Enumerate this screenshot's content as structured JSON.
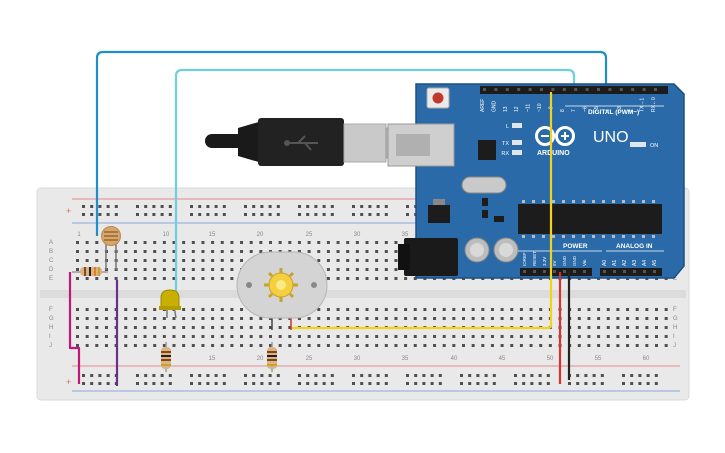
{
  "colors": {
    "breadboard": "#e8e8e8",
    "breadboard_edge": "#d7d7d7",
    "rail_red": "#e06c6c",
    "rail_blue": "#6c8fe0",
    "arduino_blue": "#2a6aa8",
    "arduino_dark": "#1f4f80",
    "header_black": "#1c1c1c",
    "wire_blue": "#1f8fc9",
    "wire_cyan": "#5fc3d6",
    "wire_yellow": "#f2d21b",
    "wire_red": "#d63232",
    "wire_black": "#222222",
    "wire_magenta": "#c0187a",
    "wire_purple": "#6a2e8f"
  },
  "breadboard": {
    "column_labels": [
      "1",
      "10",
      "15",
      "20",
      "25",
      "30",
      "35",
      "40",
      "45",
      "50",
      "55",
      "60"
    ],
    "row_labels_top": [
      "A",
      "B",
      "C",
      "D",
      "E"
    ],
    "row_labels_bottom": [
      "F",
      "G",
      "H",
      "I",
      "J"
    ],
    "rail_plus": "+",
    "rail_minus": "−"
  },
  "arduino": {
    "brand": "ARDUINO",
    "model": "UNO",
    "digital_label": "DIGITAL (PWM~)",
    "power_label": "POWER",
    "analog_label": "ANALOG IN",
    "on_label": "ON",
    "led_labels": [
      "L",
      "TX",
      "RX"
    ],
    "digital_pins": [
      "AREF",
      "GND",
      "13",
      "12",
      "~11",
      "~10",
      "~9",
      "8",
      "7",
      "~6",
      "~5",
      "4",
      "~3",
      "2",
      "TX→1",
      "RX←0"
    ],
    "power_pins": [
      "IOREF",
      "RESET",
      "3.3V",
      "5V",
      "GND",
      "GND",
      "Vin"
    ],
    "analog_pins": [
      "A0",
      "A1",
      "A2",
      "A3",
      "A4",
      "A5"
    ]
  },
  "components": {
    "photoresistor": "photoresistor",
    "led": "yellow LED",
    "motor": "DC motor",
    "resistors": [
      "resistor-1",
      "resistor-2",
      "resistor-3"
    ]
  }
}
